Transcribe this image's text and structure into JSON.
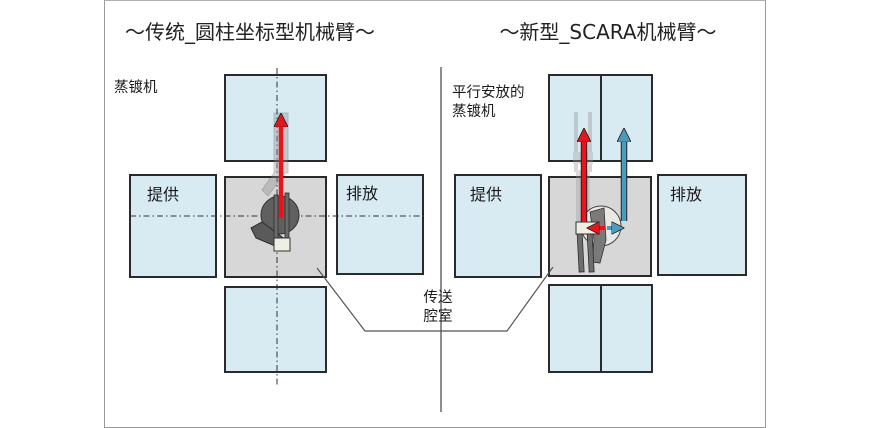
{
  "left_panel": {
    "title": "～传统_圆柱坐标型机械臂～",
    "evaporator_label": "蒸镀机",
    "supply_label": "提供",
    "discharge_label": "排放"
  },
  "right_panel": {
    "title": "～新型_SCARA机械臂～",
    "evaporator_label_line1": "平行安放的",
    "evaporator_label_line2": "蒸镀机",
    "supply_label": "提供",
    "discharge_label": "排放"
  },
  "transfer_chamber_label": {
    "line1": "传送",
    "line2": "腔室"
  },
  "colors": {
    "chamber_fill": "#d9ebf2",
    "transfer_fill": "#d7d7d7",
    "arrow_red": "#e8141c",
    "arrow_blue": "#4a9bbd",
    "robot_dark": "#5f5f5f",
    "outline": "#2a2a2a"
  }
}
